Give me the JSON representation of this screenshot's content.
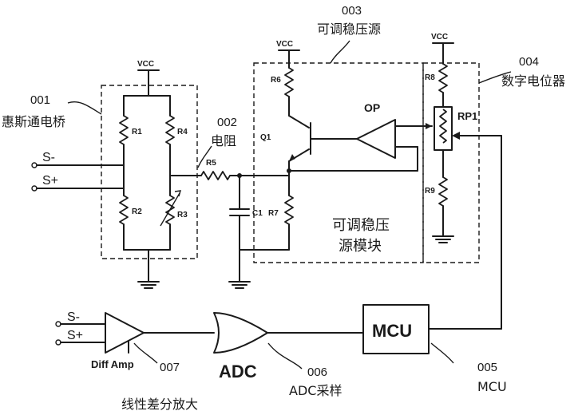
{
  "power": {
    "vcc": "VCC"
  },
  "bridge": {
    "code": "001",
    "name": "惠斯通电桥",
    "r1": "R1",
    "r2": "R2",
    "r3": "R3",
    "r4": "R4",
    "s_minus": "S-",
    "s_plus": "S+"
  },
  "resistor": {
    "code": "002",
    "name": "电阻",
    "r5": "R5"
  },
  "regulator": {
    "code": "003",
    "name": "可调稳压源",
    "module_line1": "可调稳压",
    "module_line2": "源模块",
    "q1": "Q1",
    "op": "OP",
    "r6": "R6",
    "r7": "R7",
    "c1": "C1"
  },
  "digipot": {
    "code": "004",
    "name": "数字电位器",
    "r8": "R8",
    "r9": "R9",
    "rp1": "RP1"
  },
  "mcu": {
    "code": "005",
    "name": "MCU",
    "box_label": "MCU"
  },
  "adc": {
    "code": "006",
    "name": "ADC采样",
    "symbol_label": "ADC"
  },
  "amp": {
    "code": "007",
    "name": "线性差分放大",
    "symbol_label": "Diff Amp",
    "s_minus": "S-",
    "s_plus": "S+"
  }
}
